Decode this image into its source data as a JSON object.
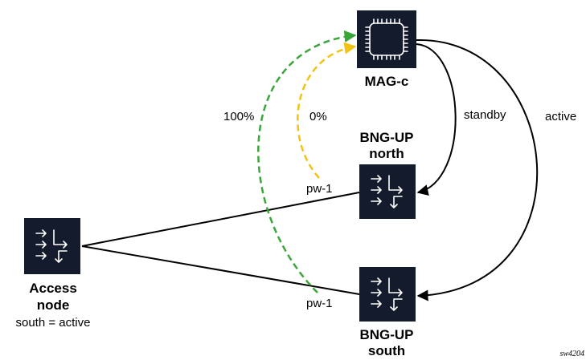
{
  "nodes": {
    "mag": {
      "name": "MAG-c",
      "icon": "chip-icon"
    },
    "bng_north": {
      "name_line1": "BNG-UP",
      "name_line2": "north",
      "icon": "arrows-router-icon"
    },
    "bng_south": {
      "name_line1": "BNG-UP",
      "name_line2": "south",
      "icon": "arrows-router-icon"
    },
    "access": {
      "name_line1": "Access",
      "name_line2": "node",
      "subtitle": "south = active",
      "icon": "arrows-router-icon"
    }
  },
  "links": {
    "standby": "standby",
    "active": "active",
    "pw_north": "pw-1",
    "pw_south": "pw-1",
    "pct_100": "100%",
    "pct_0": "0%"
  },
  "colors": {
    "node_fill": "#141b2d",
    "dashed_green": "#3aa63a",
    "dashed_yellow": "#f2c215"
  },
  "ref": "sw4204"
}
